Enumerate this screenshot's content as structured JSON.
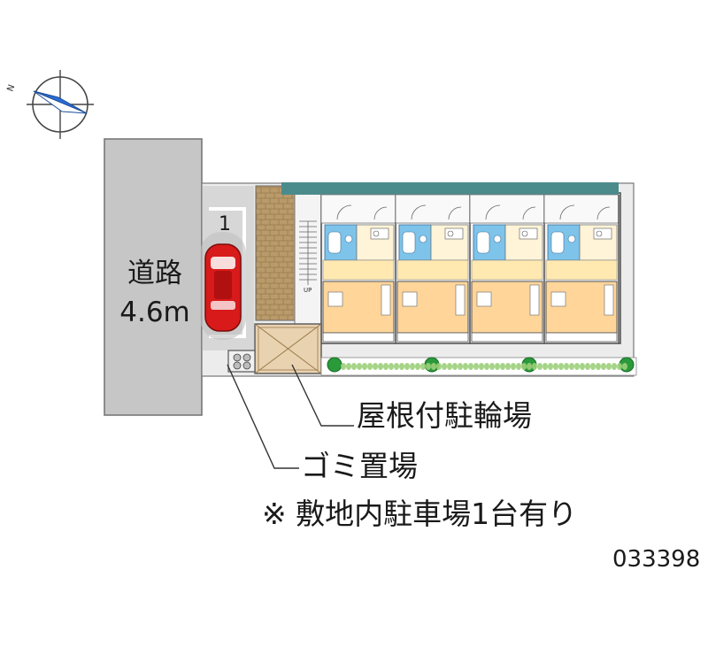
{
  "compass": {
    "north_label": "N"
  },
  "road": {
    "label": "道路",
    "width": "4.6m"
  },
  "parking": {
    "space_number": "1"
  },
  "labels": {
    "bicycle_parking": "屋根付駐輪場",
    "trash_area": "ゴミ置場",
    "note": "※ 敷地内駐車場1台有り",
    "property_id": "033398",
    "stairs": "UP"
  },
  "building": {
    "unit_count": 4
  },
  "colors": {
    "road": "#c6c6c6",
    "site": "#e4e4e4",
    "outline": "#555555",
    "floor_orange": "#ffd59a",
    "floor_yellow": "#ffe9b0",
    "bath_blue": "#7ec3ea",
    "corridor": "#dcdcdc",
    "bike_roof": "#e8d2b0",
    "hedge": "#2a9a3a",
    "car_red": "#d81a1a"
  }
}
